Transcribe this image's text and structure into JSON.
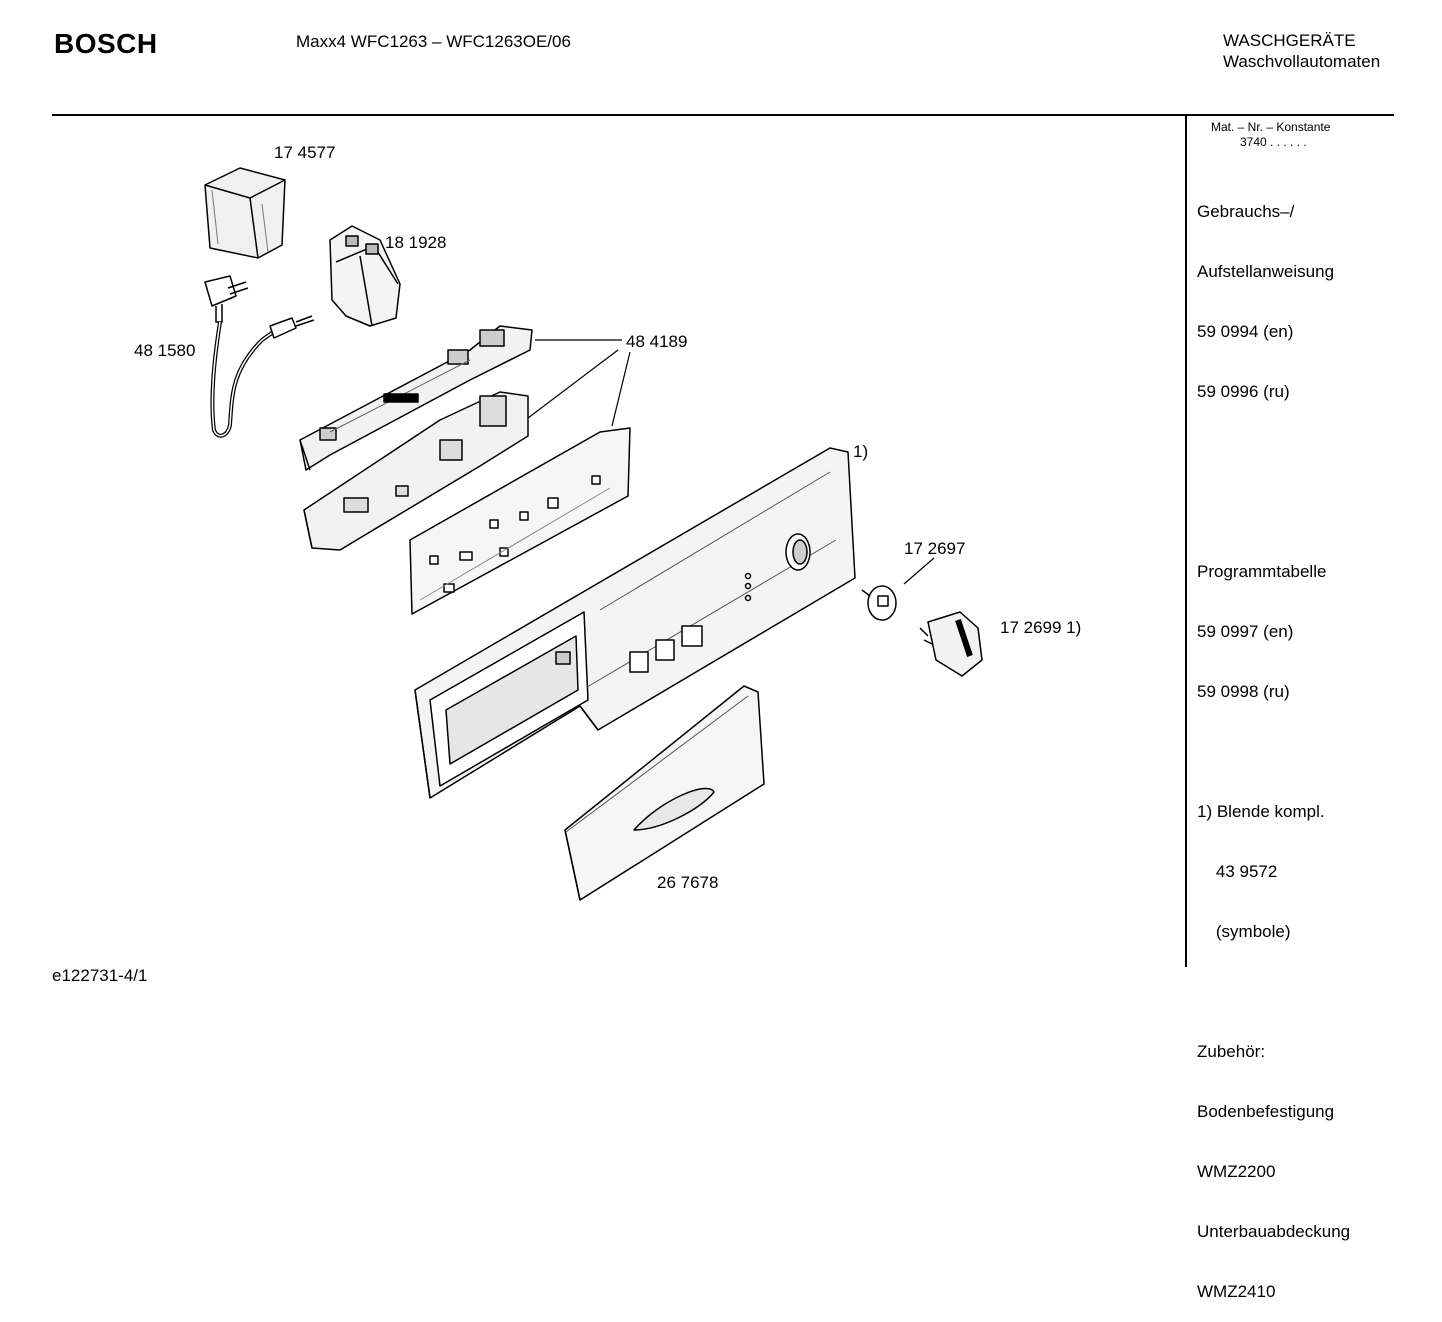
{
  "header": {
    "brand": "BOSCH",
    "model": "Maxx4 WFC1263 – WFC1263OE/06",
    "category_line1": "WASCHGERÄTE",
    "category_line2": "Waschvollautomaten"
  },
  "sidebar": {
    "mat_header": "Mat. – Nr. – Konstante",
    "mat_value": "3740 . .  . . . .",
    "lines": [
      "Gebrauchs–/",
      "Aufstellanweisung",
      "59 0994 (en)",
      "59 0996 (ru)",
      "",
      "",
      "Programmtabelle",
      "59 0997 (en)",
      "59 0998 (ru)",
      "",
      "1) Blende kompl.",
      "    43 9572",
      "    (symbole)",
      "",
      "Zubehör:",
      "Bodenbefestigung",
      "WMZ2200",
      "Unterbauabdeckung",
      "WMZ2410"
    ]
  },
  "parts": {
    "p174577": "17 4577",
    "p181928": "18 1928",
    "p481580": "48 1580",
    "p484189": "48 4189",
    "p_blende": "1)",
    "p172697": "17 2697",
    "p172699": "17 2699 1)",
    "p267678": "26 7678"
  },
  "footer": {
    "code": "e122731-4/1"
  }
}
